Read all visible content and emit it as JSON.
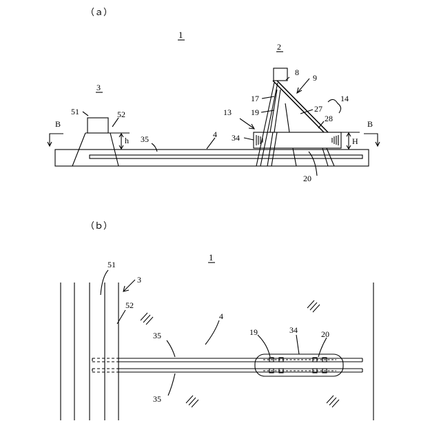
{
  "panels": {
    "a": {
      "caption": "（ａ）",
      "overall_ref": "1",
      "labels": {
        "device2": "2",
        "device3": "3",
        "l8": "8",
        "l9": "9",
        "l17": "17",
        "l14": "14",
        "l13": "13",
        "l19": "19",
        "l27": "27",
        "l28": "28",
        "l51": "51",
        "l52": "52",
        "lB_left": "B",
        "lB_right": "B",
        "h": "h",
        "H": "H",
        "l35": "35",
        "l4": "4",
        "l34": "34",
        "l20": "20"
      }
    },
    "b": {
      "caption": "（ｂ）",
      "overall_ref": "1",
      "labels": {
        "l51": "51",
        "l3": "3",
        "l52": "52",
        "l4": "4",
        "l35_top": "35",
        "l35_bottom": "35",
        "l19": "19",
        "l34": "34",
        "l20": "20"
      }
    }
  }
}
